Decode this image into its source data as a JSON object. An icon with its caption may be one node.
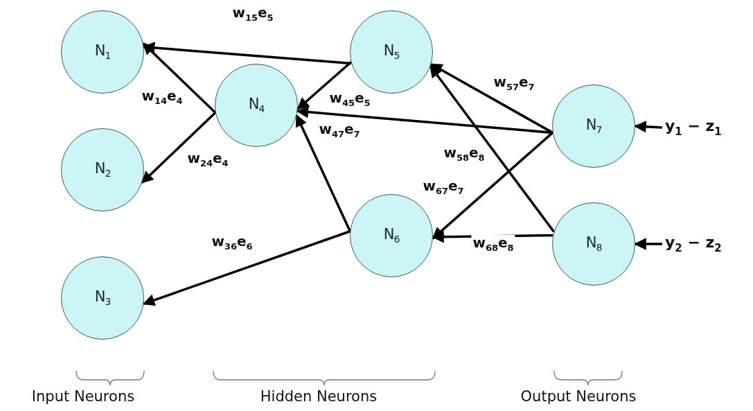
{
  "diagram": {
    "nodes": [
      {
        "text": [
          "N$_{1}$"
        ]
      },
      {
        "text": [
          "N$_{2}$"
        ]
      },
      {
        "text": [
          "N$_{3}$"
        ]
      },
      {
        "text": [
          "N$_{4}$"
        ]
      },
      {
        "text": [
          "N$_{5}$"
        ]
      },
      {
        "text": [
          "N$_{6}$"
        ]
      },
      {
        "text": [
          "N$_{7}$"
        ]
      },
      {
        "text": [
          "N$_{8}$"
        ]
      },
      {
        "text": [
          "y$_{1}$ − z$_{1}$"
        ]
      },
      {
        "text": [
          "y$_{2}$ − z$_{2}$"
        ]
      }
    ],
    "edges": [
      {
        "from": 4,
        "to": 0,
        "arrow": "to",
        "label": "w$_{15}$e$_{5}$"
      },
      {
        "from": 3,
        "to": 0,
        "arrow": "to",
        "label": "w$_{14}$e$_{4}$"
      },
      {
        "from": 4,
        "to": 3,
        "arrow": "to",
        "label": "w$_{45}$e$_{5}$"
      },
      {
        "from": 3,
        "to": 1,
        "arrow": "to",
        "label": "w$_{24}$e$_{4}$"
      },
      {
        "from": 6,
        "to": 3,
        "arrow": "to",
        "label": "w$_{47}$e$_{7}$"
      },
      {
        "from": 6,
        "to": 4,
        "arrow": "to",
        "label": "w$_{57}$e$_{7}$"
      },
      {
        "from": 7,
        "to": 4,
        "arrow": "to",
        "label": "w$_{58}$e$_{8}$"
      },
      {
        "from": 6,
        "to": 5,
        "arrow": "to",
        "label": "w$_{67}$e$_{7}$"
      },
      {
        "from": 7,
        "to": 5,
        "arrow": "to",
        "label": "w$_{68}$e$_{8}$"
      },
      {
        "from": 5,
        "to": 3,
        "arrow": "to"
      },
      {
        "from": 5,
        "to": 2,
        "arrow": "to",
        "label": "w$_{36}$e$_{6}$"
      },
      {
        "from": 8,
        "to": 6,
        "arrow": "to"
      },
      {
        "from": 9,
        "to": 7,
        "arrow": "to"
      }
    ],
    "labels": [
      "Input Neurons",
      "Hidden Neurons",
      "Output Neurons"
    ]
  }
}
